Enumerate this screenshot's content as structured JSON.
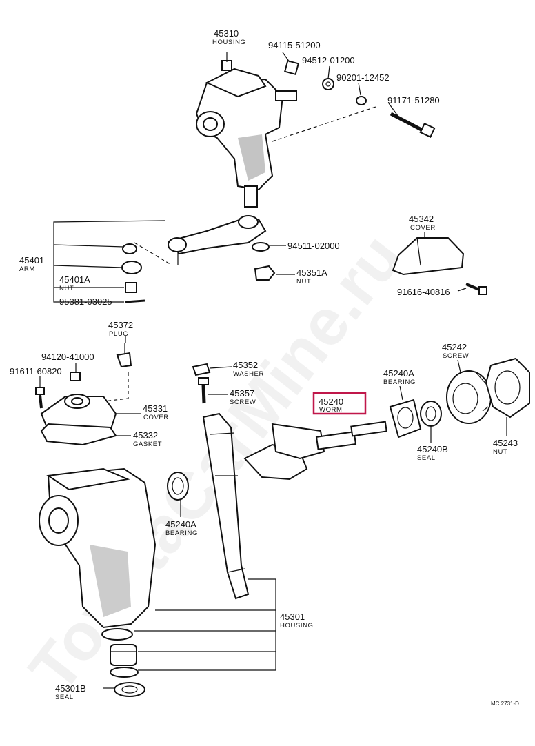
{
  "watermark": "ToyotaCarMine.ru",
  "diagram_code": "MC 2731-D",
  "highlight_color": "#c0174a",
  "parts": {
    "p45310": {
      "number": "45310",
      "name": "HOUSING"
    },
    "p94115": {
      "number": "94115-51200"
    },
    "p94512": {
      "number": "94512-01200"
    },
    "p90201": {
      "number": "90201-12452"
    },
    "p91171": {
      "number": "91171-51280"
    },
    "p45342": {
      "number": "45342",
      "name": "COVER"
    },
    "p94511": {
      "number": "94511-02000"
    },
    "p45351A": {
      "number": "45351A",
      "name": "NUT"
    },
    "p91616": {
      "number": "91616-40816"
    },
    "p45401": {
      "number": "45401",
      "name": "ARM"
    },
    "p45401A": {
      "number": "45401A",
      "name": "NUT"
    },
    "p95381": {
      "number": "95381-03025"
    },
    "p45372": {
      "number": "45372",
      "name": "PLUG"
    },
    "p94120": {
      "number": "94120-41000"
    },
    "p91611": {
      "number": "91611-60820"
    },
    "p45331": {
      "number": "45331",
      "name": "COVER"
    },
    "p45332": {
      "number": "45332",
      "name": "GASKET"
    },
    "p45352": {
      "number": "45352",
      "name": "WASHER"
    },
    "p45357": {
      "number": "45357",
      "name": "SCREW"
    },
    "p45240": {
      "number": "45240",
      "name": "WORM"
    },
    "p45240A_top": {
      "number": "45240A",
      "name": "BEARING"
    },
    "p45242": {
      "number": "45242",
      "name": "SCREW"
    },
    "p45240B": {
      "number": "45240B",
      "name": "SEAL"
    },
    "p45243": {
      "number": "45243",
      "name": "NUT"
    },
    "p45240A_left": {
      "number": "45240A",
      "name": "BEARING"
    },
    "p45301": {
      "number": "45301",
      "name": "HOUSING"
    },
    "p45301B": {
      "number": "45301B",
      "name": "SEAL"
    }
  }
}
